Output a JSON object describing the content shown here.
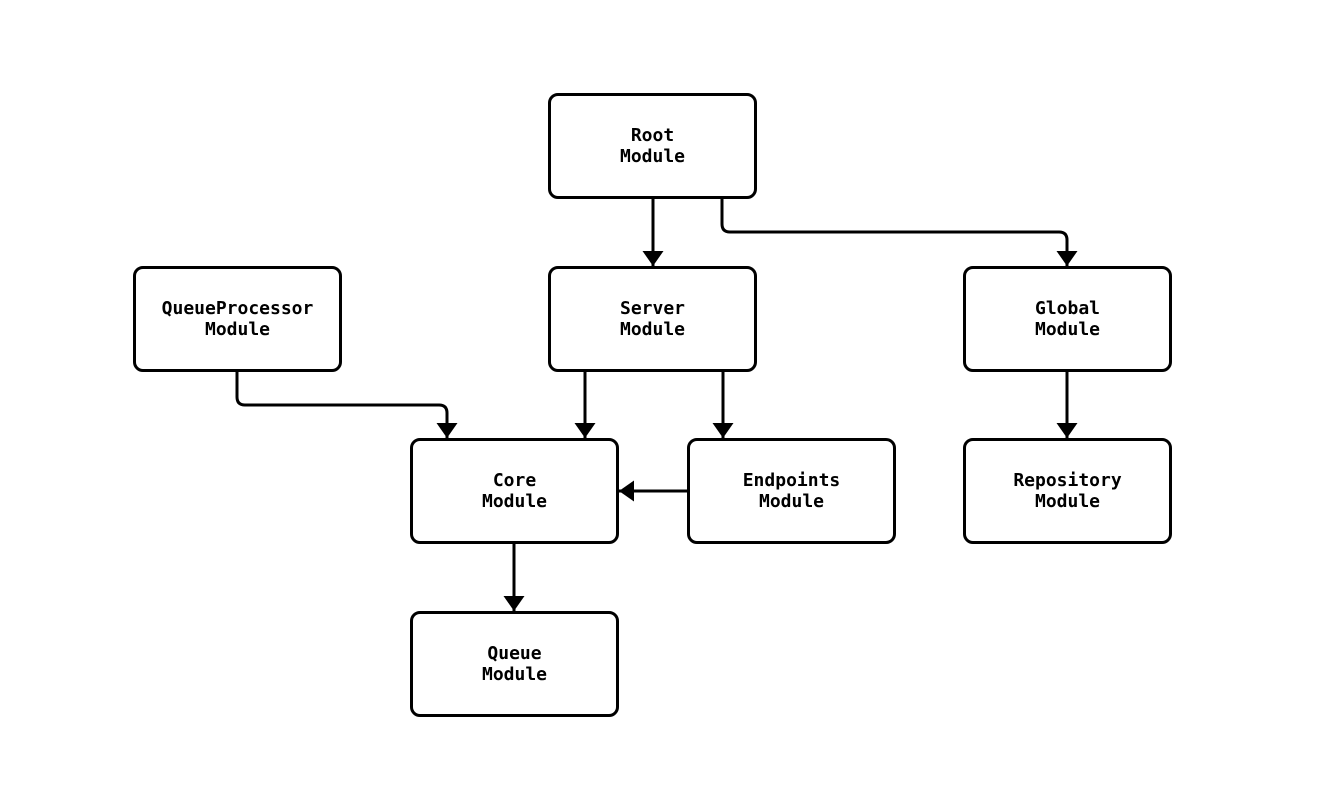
{
  "diagram": {
    "type": "flowchart",
    "background_color": "#ffffff",
    "stroke_color": "#000000",
    "text_color": "#000000",
    "nodes": [
      {
        "id": "root",
        "line1": "Root",
        "line2": "Module"
      },
      {
        "id": "queueprocessor",
        "line1": "QueueProcessor",
        "line2": "Module"
      },
      {
        "id": "server",
        "line1": "Server",
        "line2": "Module"
      },
      {
        "id": "global",
        "line1": "Global",
        "line2": "Module"
      },
      {
        "id": "core",
        "line1": "Core",
        "line2": "Module"
      },
      {
        "id": "endpoints",
        "line1": "Endpoints",
        "line2": "Module"
      },
      {
        "id": "repository",
        "line1": "Repository",
        "line2": "Module"
      },
      {
        "id": "queue",
        "line1": "Queue",
        "line2": "Module"
      }
    ],
    "edges": [
      {
        "from": "root",
        "to": "server"
      },
      {
        "from": "root",
        "to": "global"
      },
      {
        "from": "queueprocessor",
        "to": "core"
      },
      {
        "from": "server",
        "to": "core"
      },
      {
        "from": "server",
        "to": "endpoints"
      },
      {
        "from": "endpoints",
        "to": "core"
      },
      {
        "from": "global",
        "to": "repository"
      },
      {
        "from": "core",
        "to": "queue"
      }
    ]
  }
}
